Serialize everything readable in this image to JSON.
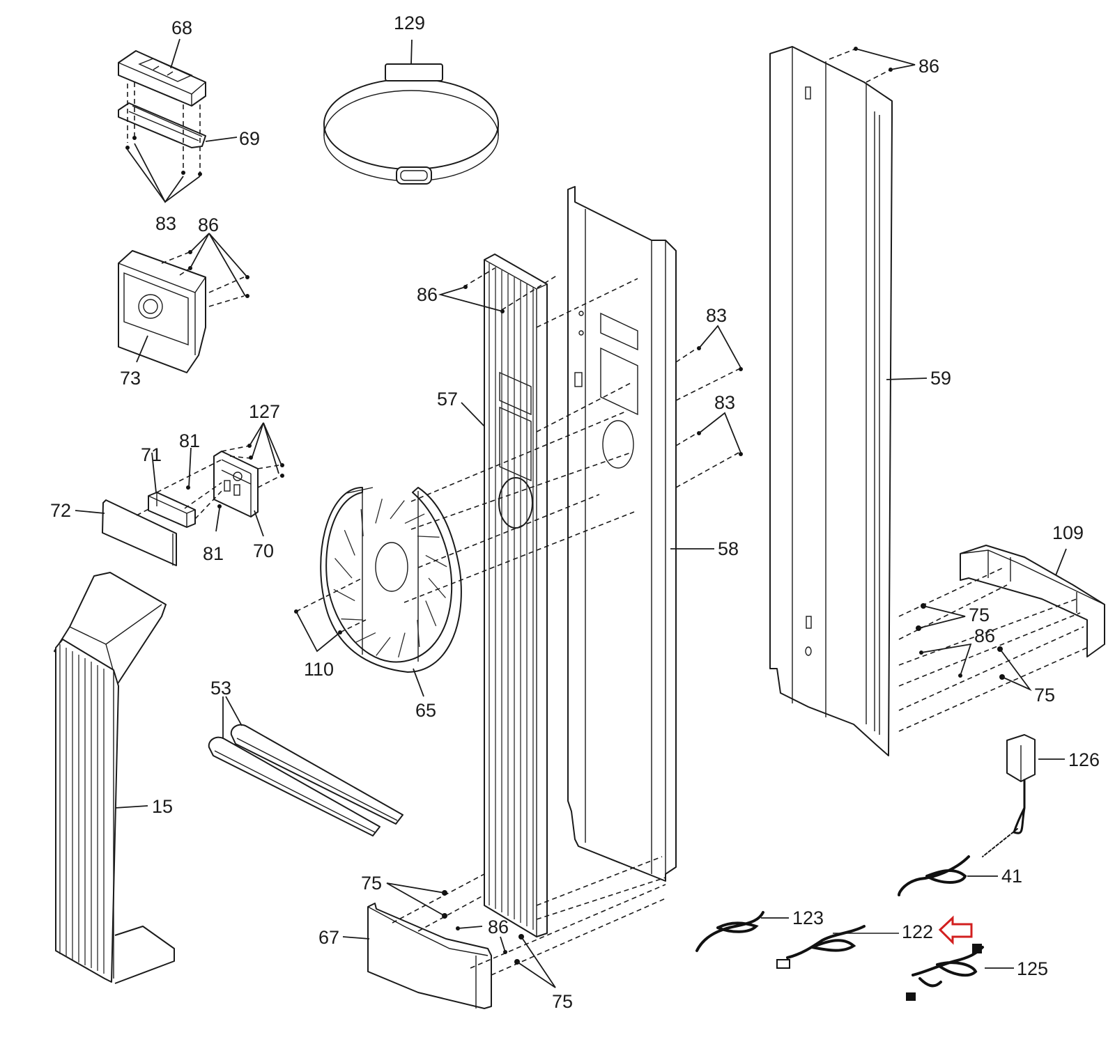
{
  "diagram": {
    "type": "exploded-parts-diagram",
    "highlight_color": "#d21f1f",
    "highlighted_part": "122",
    "parts": [
      {
        "id": "p68",
        "label": "68",
        "name": "console-top-cover"
      },
      {
        "id": "p69",
        "label": "69",
        "name": "console-bracket"
      },
      {
        "id": "p83a",
        "label": "83",
        "name": "screws"
      },
      {
        "id": "p86a",
        "label": "86",
        "name": "screws"
      },
      {
        "id": "p73",
        "label": "73",
        "name": "display-housing"
      },
      {
        "id": "p129",
        "label": "129",
        "name": "ring-strap"
      },
      {
        "id": "p127",
        "label": "127",
        "name": "screws"
      },
      {
        "id": "p71",
        "label": "71",
        "name": "electronics-box"
      },
      {
        "id": "p81a",
        "label": "81",
        "name": "screw"
      },
      {
        "id": "p81b",
        "label": "81",
        "name": "screw"
      },
      {
        "id": "p72",
        "label": "72",
        "name": "front-cover-plate"
      },
      {
        "id": "p70",
        "label": "70",
        "name": "control-board"
      },
      {
        "id": "p15",
        "label": "15",
        "name": "stand-column"
      },
      {
        "id": "p53",
        "label": "53",
        "name": "foot-pads"
      },
      {
        "id": "p110",
        "label": "110",
        "name": "screws"
      },
      {
        "id": "p65",
        "label": "65",
        "name": "fan-grille"
      },
      {
        "id": "p57",
        "label": "57",
        "name": "front-panel"
      },
      {
        "id": "p86b",
        "label": "86",
        "name": "screws"
      },
      {
        "id": "p58",
        "label": "58",
        "name": "main-frame"
      },
      {
        "id": "p83b",
        "label": "83",
        "name": "screws"
      },
      {
        "id": "p83c",
        "label": "83",
        "name": "screws"
      },
      {
        "id": "p59",
        "label": "59",
        "name": "rear-panel"
      },
      {
        "id": "p86c",
        "label": "86",
        "name": "screws"
      },
      {
        "id": "p109",
        "label": "109",
        "name": "rear-base-cover"
      },
      {
        "id": "p75a",
        "label": "75",
        "name": "screws"
      },
      {
        "id": "p86d",
        "label": "86",
        "name": "screws"
      },
      {
        "id": "p75b",
        "label": "75",
        "name": "screws"
      },
      {
        "id": "p126",
        "label": "126",
        "name": "power-adapter"
      },
      {
        "id": "p41",
        "label": "41",
        "name": "power-cord"
      },
      {
        "id": "p123",
        "label": "123",
        "name": "wire-harness"
      },
      {
        "id": "p122",
        "label": "122",
        "name": "wire-harness"
      },
      {
        "id": "p125",
        "label": "125",
        "name": "wire-harness"
      },
      {
        "id": "p67",
        "label": "67",
        "name": "front-base-cover"
      },
      {
        "id": "p75c",
        "label": "75",
        "name": "screws"
      },
      {
        "id": "p86e",
        "label": "86",
        "name": "screws"
      },
      {
        "id": "p75d",
        "label": "75",
        "name": "screws"
      }
    ]
  }
}
